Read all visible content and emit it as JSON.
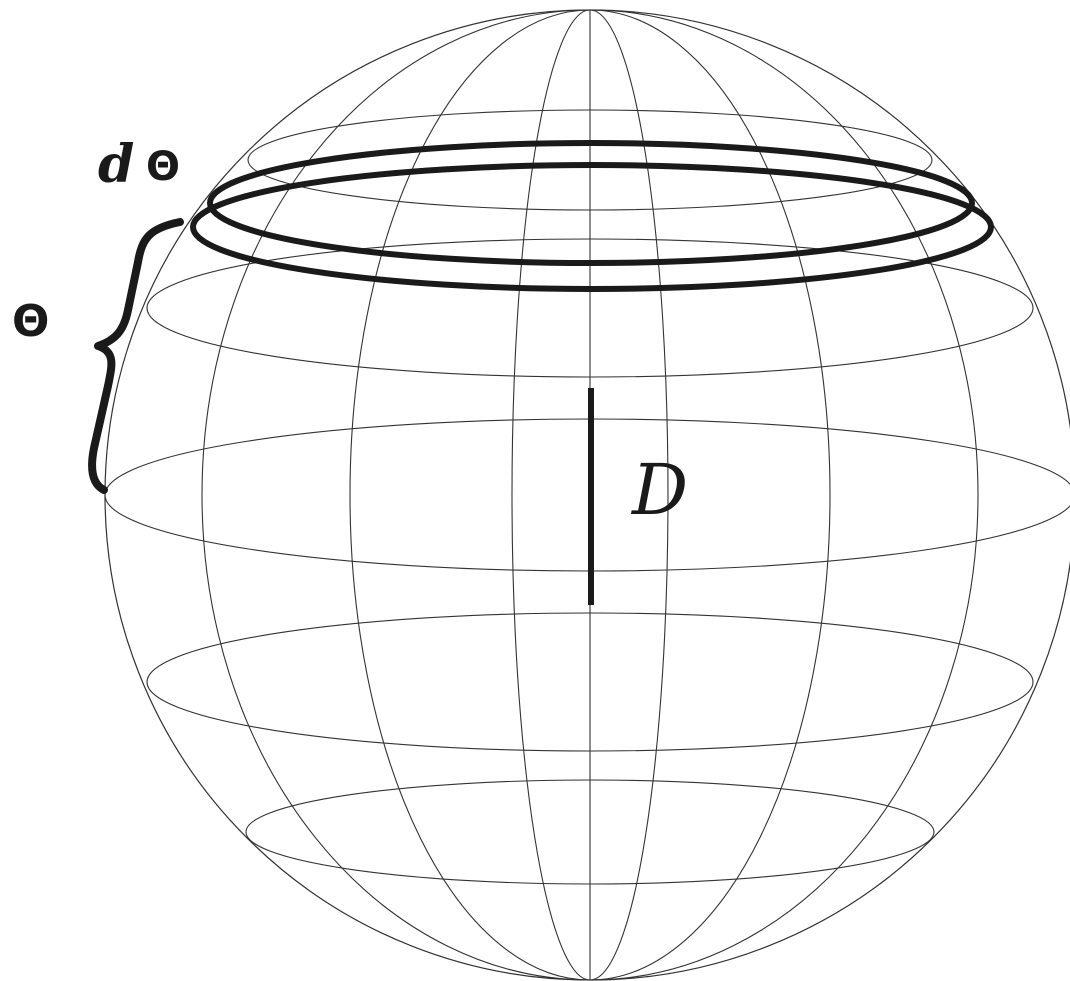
{
  "labels": {
    "d": "d",
    "theta_small": "Θ",
    "theta": "Θ",
    "diameter": "D"
  },
  "colors": {
    "background": "#ffffff",
    "grid_line": "#333333",
    "heavy_line": "#1a1a1a"
  }
}
